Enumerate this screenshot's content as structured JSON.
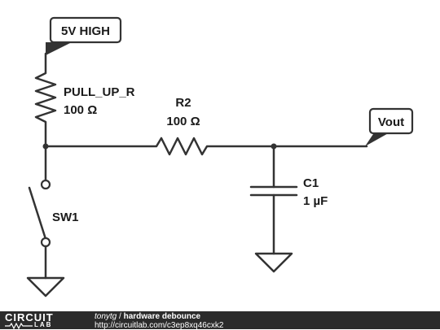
{
  "schematic": {
    "supply_flag": "5V HIGH",
    "output_flag": "Vout",
    "pullup": {
      "name": "PULL_UP_R",
      "value": "100 Ω"
    },
    "resistor": {
      "name": "R2",
      "value": "100 Ω"
    },
    "capacitor": {
      "name": "C1",
      "value": "1 µF"
    },
    "switch": {
      "name": "SW1"
    }
  },
  "footer": {
    "logo_top": "CIRCUIT",
    "logo_bottom": "LAB",
    "author": "tonytg",
    "separator": "/",
    "title": "hardware debounce",
    "url": "http://circuitlab.com/c3ep8xq46cxk2"
  },
  "colors": {
    "line": "#333333",
    "footer_bg": "#2b2b2b",
    "text": "#1a1a1a"
  }
}
